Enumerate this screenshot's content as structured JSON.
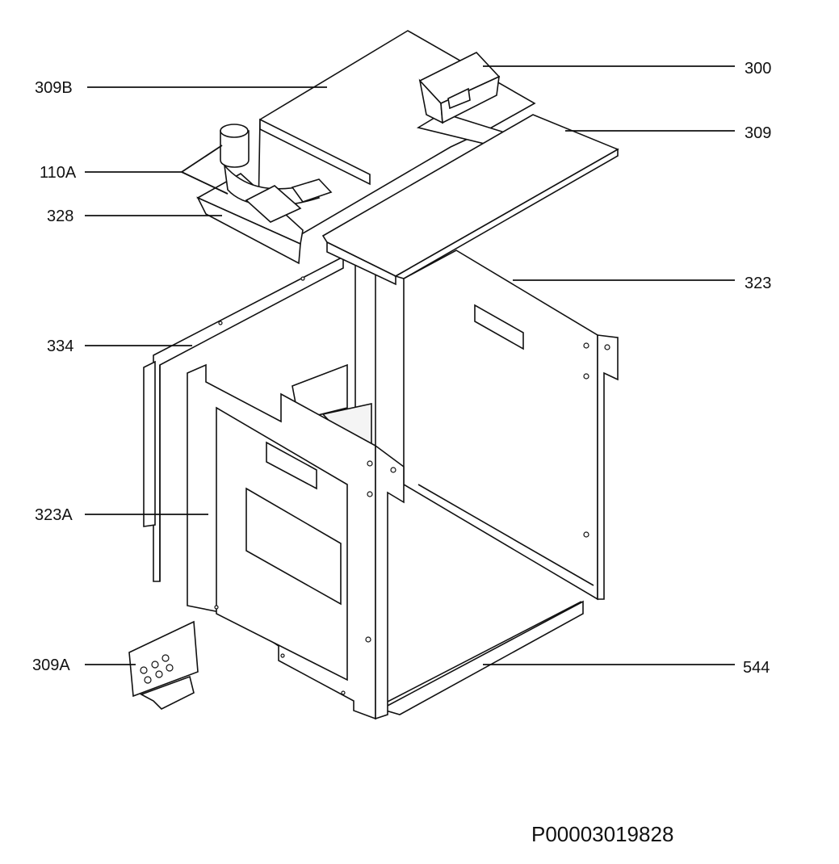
{
  "diagram": {
    "labels": {
      "l309b": "309B",
      "l110a": "110A",
      "l328": "328",
      "l334": "334",
      "l323a": "323A",
      "l309a": "309A",
      "l300": "300",
      "l309": "309",
      "l323": "323",
      "l544": "544"
    },
    "drawing_code": "P00003019828"
  }
}
